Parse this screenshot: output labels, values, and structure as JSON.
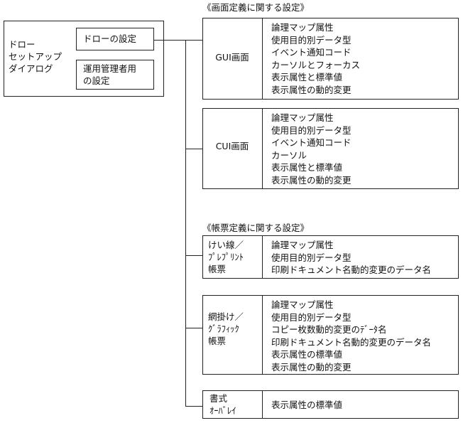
{
  "section_screen": "《画面定義に関する設定》",
  "section_form": "《帳票定義に関する設定》",
  "dialog": {
    "label": [
      "ドロー",
      "セットアップ",
      "ダイアログ"
    ],
    "draw_settings": "ドローの設定",
    "admin_settings": [
      "運用管理者用",
      "の設定"
    ]
  },
  "groups": [
    {
      "label": [
        "GUI画面"
      ],
      "attrs": [
        "論理マップ属性",
        "使用目的別データ型",
        "イベント通知コード",
        "カーソルとフォーカス",
        "表示属性と標準値",
        "表示属性の動的変更"
      ]
    },
    {
      "label": [
        "CUI画面"
      ],
      "attrs": [
        "論理マップ属性",
        "使用目的別データ型",
        "イベント通知コード",
        "カーソル",
        "表示属性と標準値",
        "表示属性の動的変更"
      ]
    },
    {
      "label": [
        "けい線／",
        "ﾌﾟﾚﾌﾟﾘﾝﾄ",
        "帳票"
      ],
      "attrs": [
        "論理マップ属性",
        "使用目的別データ型",
        "印刷ドキュメント名動的変更のデータ名"
      ]
    },
    {
      "label": [
        "網掛け／",
        "ｸﾞﾗﾌｨｯｸ",
        "帳票"
      ],
      "attrs": [
        "論理マップ属性",
        "使用目的別データ型",
        "コピー枚数動的変更のﾃﾞｰﾀ名",
        "印刷ドキュメント名動的変更のデータ名",
        "表示属性の標準値",
        "表示属性の動的変更"
      ]
    },
    {
      "label": [
        "書式",
        "ｵｰﾊﾞﾚｲ"
      ],
      "attrs": [
        "表示属性の標準値"
      ]
    }
  ]
}
